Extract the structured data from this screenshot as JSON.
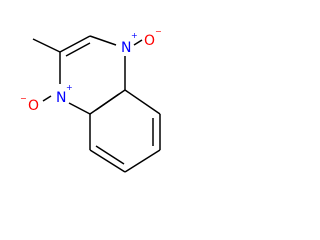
{
  "molecule": {
    "atoms": {
      "n1": {
        "symbol": "N",
        "color": "#0000ff",
        "charge": "+"
      },
      "n4": {
        "symbol": "N",
        "color": "#0000ff",
        "charge": "+"
      },
      "o1": {
        "symbol": "O",
        "color": "#ff0000",
        "charge": "−"
      },
      "o4": {
        "symbol": "O",
        "color": "#ff0000",
        "charge": "−"
      }
    }
  }
}
